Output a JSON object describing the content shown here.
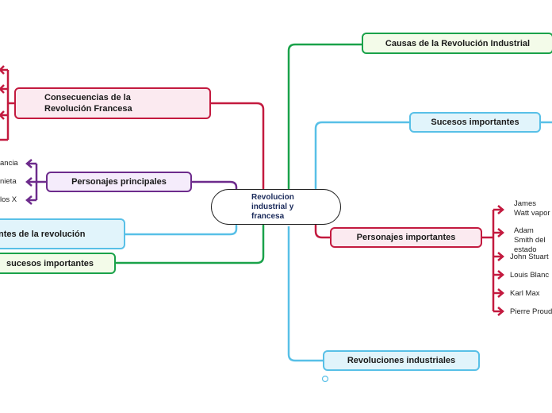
{
  "central": {
    "label": "Revolucion industrial y francesa"
  },
  "nodes": {
    "causas": "Causas de la Revolución Industrial",
    "sucesos_importantes": "Sucesos importantes",
    "personajes_importantes": "Personajes importantes",
    "revoluciones_industriales": "Revoluciones industriales",
    "consecuencias": "Consecuencias de la Revolución Francesa",
    "personajes_principales": "Personajes principales",
    "antecedentes": "ntes de la revolución",
    "sucesos_importantes_left": "sucesos importantes"
  },
  "personajes_importantes_children": [
    "James Watt vapor",
    "Adam Smith del estado",
    "John Stuart",
    "Louis Blanc",
    "Karl Max",
    "Pierre Proud"
  ],
  "personajes_principales_children": [
    "ancia",
    "nieta",
    "los X"
  ],
  "colors": {
    "green": "#1aa24a",
    "blue": "#58c0e7",
    "red": "#c31a3f",
    "purple": "#6d2b8c"
  }
}
